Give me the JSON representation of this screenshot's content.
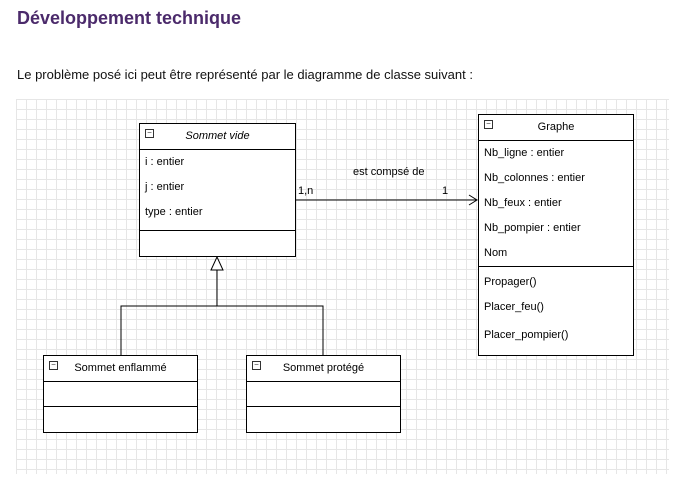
{
  "heading": "Développement technique",
  "intro": "Le problème posé ici peut être représenté par le diagramme de classe suivant :",
  "diagram": {
    "classes": {
      "sommet_vide": {
        "name": "Sommet vide",
        "collapse_symbol": "−",
        "attributes": [
          "i : entier",
          "j : entier",
          "type : entier"
        ]
      },
      "graphe": {
        "name": "Graphe",
        "collapse_symbol": "−",
        "attributes": [
          "Nb_ligne : entier",
          "Nb_colonnes : entier",
          "Nb_feux : entier",
          "Nb_pompier : entier",
          "Nom"
        ],
        "methods": [
          "Propager()",
          "Placer_feu()",
          "Placer_pompier()"
        ]
      },
      "sommet_enflamme": {
        "name": "Sommet enflammé",
        "collapse_symbol": "−"
      },
      "sommet_protege": {
        "name": "Sommet protégé",
        "collapse_symbol": "−"
      }
    },
    "association": {
      "label": "est compsé de",
      "source_multiplicity": "1,n",
      "target_multiplicity": "1"
    },
    "colors": {
      "heading": "#4b2a6b",
      "grid": "#e6e6e6",
      "lines": "#000000"
    }
  }
}
